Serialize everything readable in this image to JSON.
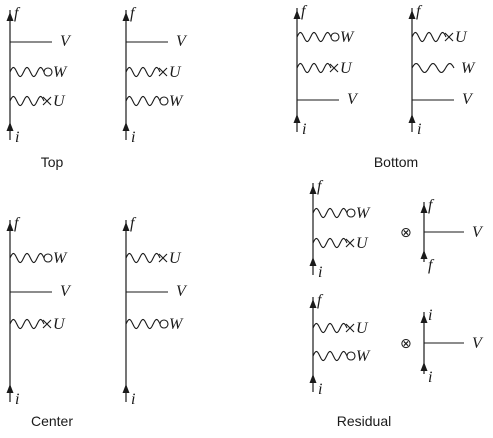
{
  "captions": {
    "top": "Top",
    "bottom": "Bottom",
    "center": "Center",
    "residual": "Residual"
  },
  "symbols": {
    "initial": "i",
    "final": "f",
    "v": "V",
    "w": "W",
    "u": "U",
    "otimes": "⊗"
  },
  "colors": {
    "ink": "#1a1a1a",
    "background": "#ffffff"
  }
}
